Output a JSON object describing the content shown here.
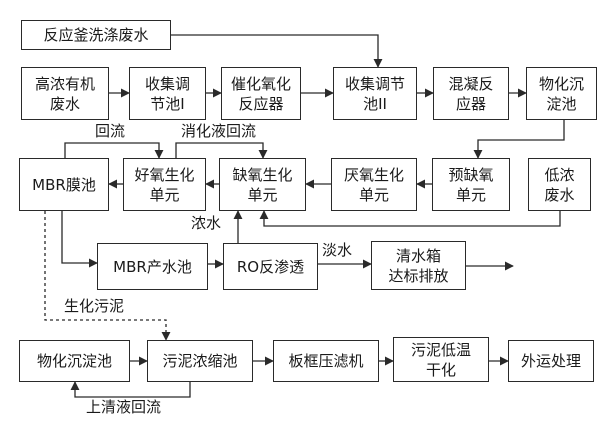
{
  "nodes": {
    "reactor_wash_wastewater": "反应釜洗涤废水",
    "high_conc_organic_wastewater": "高浓有机\n废水",
    "collection_tank_1": "收集调\n节池I",
    "catalytic_oxidation_reactor": "催化氧化\n反应器",
    "collection_tank_2": "收集调节\n池II",
    "coagulation_reactor": "混凝反\n应器",
    "physchem_settling_tank_top": "物化沉\n淀池",
    "mbr_tank": "MBR膜池",
    "aerobic_unit": "好氧生化\n单元",
    "anoxic_unit": "缺氧生化\n单元",
    "anaerobic_unit": "厌氧生化\n单元",
    "pre_anoxic_unit": "预缺氧\n单元",
    "low_conc_wastewater": "低浓\n废水",
    "mbr_effluent_tank": "MBR产水池",
    "ro_unit": "RO反渗透",
    "clean_water_tank": "清水箱\n达标排放",
    "physchem_settling_tank_bottom": "物化沉淀池",
    "sludge_thickener": "污泥浓缩池",
    "plate_frame_filter_press": "板框压滤机",
    "sludge_low_temp_dryer": "污泥低温\n干化",
    "offsite_disposal": "外运处理"
  },
  "labels": {
    "return_flow": "回流",
    "nitrified_liquid_return": "消化液回流",
    "concentrate": "浓水",
    "fresh_water": "淡水",
    "biochemical_sludge": "生化污泥",
    "supernatant_return": "上清液回流"
  }
}
